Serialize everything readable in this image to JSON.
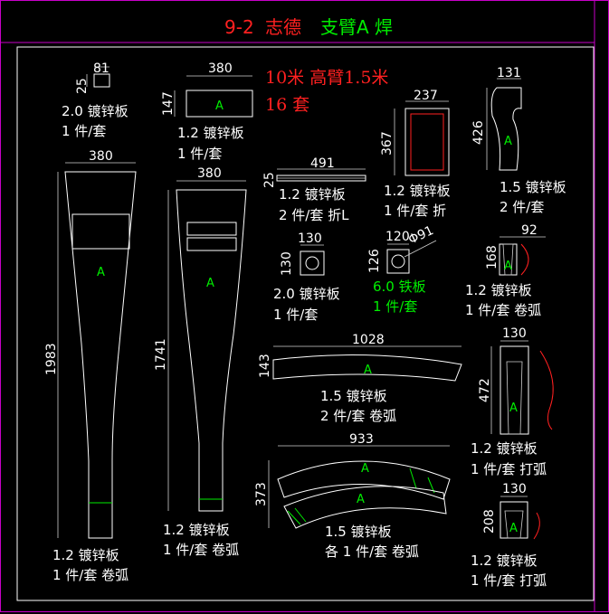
{
  "title": {
    "code": "9-2",
    "company": "志德",
    "part": "支臂A 焊"
  },
  "spec": {
    "line1": "10米 高臂1.5米",
    "line2": "16 套"
  },
  "colors": {
    "bg": "#000000",
    "frame": "#c800c8",
    "title_code": "#ff2020",
    "title_part": "#00ee00",
    "red": "#ff2020",
    "green": "#00ee00",
    "line": "#ffffff"
  },
  "parts": {
    "p1": {
      "dims": [
        "81",
        "25"
      ],
      "material": "2.0 镀锌板",
      "qty": "1 件/套"
    },
    "p2": {
      "dims": [
        "380",
        "147"
      ],
      "mark": "A",
      "material": "1.2 镀锌板",
      "qty": "1 件/套"
    },
    "p3": {
      "dims": [
        "491",
        "25"
      ],
      "material": "1.2 镀锌板",
      "qty": "2 件/套 折L"
    },
    "p4": {
      "dims": [
        "237",
        "367"
      ],
      "material": "1.2 镀锌板",
      "qty": "1 件/套 折"
    },
    "p5": {
      "dims": [
        "131",
        "426"
      ],
      "mark": "A",
      "material": "1.5 镀锌板",
      "qty": "2 件/套"
    },
    "p6": {
      "dims": [
        "380",
        "1983"
      ],
      "mark": "A",
      "material": "1.2 镀锌板",
      "qty": "1 件/套 卷弧"
    },
    "p7": {
      "dims": [
        "380",
        "1741"
      ],
      "mark": "A",
      "material": "1.2 镀锌板",
      "qty": "1 件/套 卷弧"
    },
    "p8": {
      "dims": [
        "130",
        "130"
      ],
      "material": "2.0 镀锌板",
      "qty": "1 件/套"
    },
    "p9": {
      "dims": [
        "120",
        "126",
        "Φ91"
      ],
      "material": "6.0 铁板",
      "qty": "1 件/套"
    },
    "p10": {
      "dims": [
        "92",
        "168"
      ],
      "mark": "A",
      "material": "1.2 镀锌板",
      "qty": "1 件/套 卷弧"
    },
    "p11": {
      "dims": [
        "1028",
        "143"
      ],
      "mark": "A",
      "material": "1.5 镀锌板",
      "qty": "2 件/套 卷弧"
    },
    "p12": {
      "dims": [
        "130",
        "472"
      ],
      "mark": "A",
      "material": "1.2 镀锌板",
      "qty": "1 件/套 打弧"
    },
    "p13": {
      "dims": [
        "933",
        "373"
      ],
      "mark": "A",
      "material": "1.5 镀锌板",
      "qty": "各 1 件/套 卷弧"
    },
    "p14": {
      "dims": [
        "130",
        "208"
      ],
      "mark": "A",
      "material": "1.2 镀锌板",
      "qty": "1 件/套 打弧"
    }
  }
}
